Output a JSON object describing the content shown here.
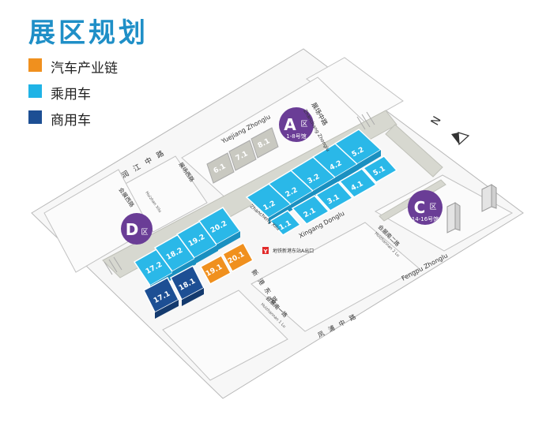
{
  "title": "展区规划",
  "legend": [
    {
      "label": "汽车产业链",
      "color": "#f0901e"
    },
    {
      "label": "乘用车",
      "color": "#1fb3e6"
    },
    {
      "label": "商用车",
      "color": "#1d4f94"
    }
  ],
  "zones": [
    {
      "letter": "A",
      "suffix": "区",
      "sub": "1-8号馆"
    },
    {
      "letter": "C",
      "suffix": "区",
      "sub": "14-16号馆"
    },
    {
      "letter": "D",
      "suffix": "区"
    }
  ],
  "halls": {
    "orange": [
      "19.1",
      "20.1"
    ],
    "blue_d": [
      "17.2",
      "18.2",
      "19.2",
      "20.2"
    ],
    "navy": [
      "17.1",
      "18.1"
    ],
    "blue_a": [
      "1.2",
      "2.2",
      "3.2",
      "4.2",
      "5.2",
      "1.1",
      "2.1",
      "3.1",
      "4.1",
      "5.1"
    ],
    "grey": [
      "6.1",
      "7.1",
      "8.1"
    ]
  },
  "roads": {
    "yuejiang": "Yuejiang Zhonglu",
    "zhanchang_zh": "展场中路",
    "zhanchang_en": "Zhanchang Zhonglu",
    "rujiang": "润江中路",
    "zhanchang_w": "展场西路",
    "huizhan_w_zh": "会展西路",
    "huizhan_w_en": "Huizhan Xilu",
    "xingang_en": "Xingang Donglu",
    "xingang_zh": "新港东路",
    "zhancheng": "Zhancheng Xilu",
    "huizhan_s2_zh": "会展南二路",
    "huizhan_s2_en": "Huizhannan 2 Lu",
    "huizhan_s1_zh": "会展南一路",
    "huizhan_s1_en": "Huizhannan 1 Lu",
    "fengpu_en": "Fengpu Zhonglu",
    "fengpu_zh": "凤浦中路"
  },
  "metro": "地铁新港东站A出口",
  "compass": "N"
}
